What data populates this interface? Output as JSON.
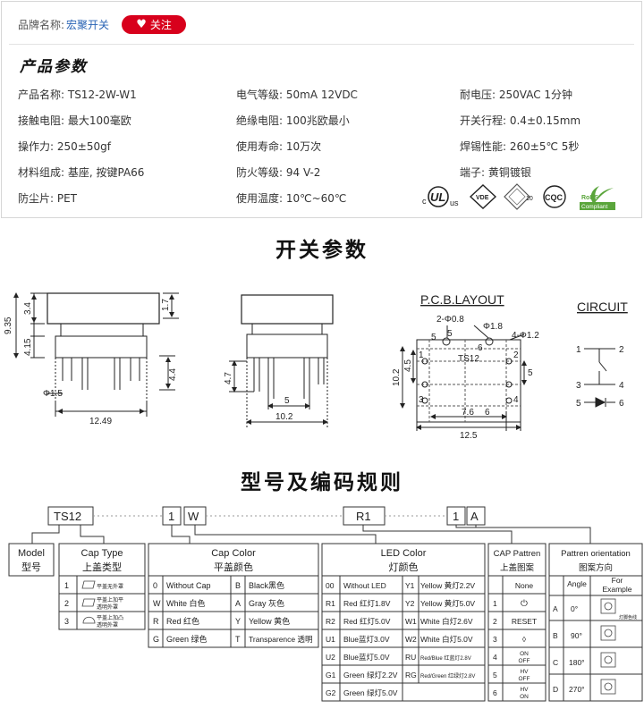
{
  "header": {
    "brand_label": "品牌名称:",
    "brand_name": "宏聚开关",
    "follow_label": "关注"
  },
  "params": {
    "title": "产品参数",
    "items": [
      "产品名称: TS12-2W-W1",
      "电气等级: 50mA  12VDC",
      "耐电压: 250VAC  1分钟",
      "接触电阻: 最大100毫欧",
      "绝缘电阻: 100兆欧最小",
      "开关行程: 0.4±0.15mm",
      "操作力: 250±50gf",
      "使用寿命: 10万次",
      "焊锡性能: 260±5℃  5秒",
      "材料组成: 基座, 按键PA66",
      "防火等级: 94 V-2",
      "端子: 黄铜镀银",
      "防尘片: PET",
      "使用温度: 10℃~60℃"
    ]
  },
  "certs": {
    "ul_c": "c",
    "ul_us": "us",
    "ul": "UL",
    "vde": "VDE",
    "ten": "10",
    "cqc": "CQC",
    "rohs": "RoHS",
    "compliant": "Compliant"
  },
  "switch_section": {
    "title": "开关参数"
  },
  "drawing": {
    "dims": {
      "d935": "9.35",
      "d34": "3.4",
      "d415": "4.15",
      "d17": "1.7",
      "d44": "4.4",
      "phi15": "Φ1.5",
      "d1249": "12.49",
      "d47": "4.7",
      "d5a": "5",
      "d102a": "10.2"
    },
    "pcb": {
      "title": "P.C.B.LAYOUT",
      "hole08": "2-Φ0.8",
      "hole18": "Φ1.8",
      "hole12": "4-Φ1.2",
      "part": "TS12",
      "d5": "5",
      "d45": "4.5",
      "d102": "10.2",
      "d5r": "5",
      "d76": "7.6",
      "d6": "6",
      "d125": "12.5",
      "p1": "1",
      "p2": "2",
      "p3": "3",
      "p4": "4",
      "p5": "5",
      "p6": "6"
    },
    "circuit": {
      "title": "CIRCUIT",
      "c1": "1",
      "c2": "2",
      "c3": "3",
      "c4": "4",
      "c5": "5",
      "c6": "6"
    }
  },
  "coding_section": {
    "title": "型号及编码规则"
  },
  "code": {
    "ts12": "TS12",
    "c1": "1",
    "cw": "W",
    "r1": "R1",
    "c1b": "1",
    "ca": "A"
  },
  "model": {
    "title_en": "Model",
    "title_cn": "型号"
  },
  "cap_type": {
    "title_en": "Cap Type",
    "title_cn": "上盖类型",
    "rows": [
      {
        "num": "1",
        "desc": "平盖无外罩"
      },
      {
        "num": "2",
        "desc": "平盖上加平",
        "desc2": "透明外罩"
      },
      {
        "num": "3",
        "desc": "平盖上加凸",
        "desc2": "透明外罩"
      }
    ]
  },
  "cap_color": {
    "title_en": "Cap Color",
    "title_cn": "平盖颜色",
    "rows": [
      {
        "c1": "0",
        "n1": "Without Cap",
        "c2": "B",
        "n2": "Black黑色"
      },
      {
        "c1": "W",
        "n1": "White 白色",
        "c2": "A",
        "n2": "Gray 灰色"
      },
      {
        "c1": "R",
        "n1": "Red 红色",
        "c2": "Y",
        "n2": "Yellow 黄色"
      },
      {
        "c1": "G",
        "n1": "Green 绿色",
        "c2": "T",
        "n2": "Transparence 透明"
      }
    ]
  },
  "led_color": {
    "title_en": "LED Color",
    "title_cn": "灯颜色",
    "rows": [
      {
        "c1": "00",
        "n1": "Without LED",
        "c2": "Y1",
        "n2": "Yellow 黄灯2.2V"
      },
      {
        "c1": "R1",
        "n1": "Red 红灯1.8V",
        "c2": "Y2",
        "n2": "Yellow 黄灯5.0V"
      },
      {
        "c1": "R2",
        "n1": "Red 红灯5.0V",
        "c2": "W1",
        "n2": "White 白灯2.6V"
      },
      {
        "c1": "U1",
        "n1": "Blue蓝灯3.0V",
        "c2": "W2",
        "n2": "White 白灯5.0V"
      },
      {
        "c1": "U2",
        "n1": "Blue蓝灯5.0V",
        "c2": "RU",
        "n2": "Red/Blue 红蓝灯2.8V"
      },
      {
        "c1": "G1",
        "n1": "Green 绿灯2.2V",
        "c2": "RG",
        "n2": "Red/Green 红绿灯2.8V"
      },
      {
        "c1": "G2",
        "n1": "Green 绿灯5.0V",
        "c2": "",
        "n2": ""
      }
    ]
  },
  "cap_pattern": {
    "title_en": "CAP Pattren",
    "title_cn": "上盖图案",
    "rows": [
      {
        "num": "",
        "label": "None"
      },
      {
        "num": "1",
        "label": "⏻"
      },
      {
        "num": "2",
        "label": "RESET"
      },
      {
        "num": "3",
        "label": "◊"
      },
      {
        "num": "4",
        "label": "ON",
        "label2": "OFF"
      },
      {
        "num": "5",
        "label": "HV",
        "label2": "OFF"
      },
      {
        "num": "6",
        "label": "HV",
        "label2": "ON"
      }
    ]
  },
  "orientation": {
    "title_en": "Pattren orientation",
    "title_cn": "图案方向",
    "col_angle": "Angle",
    "col_example": "For",
    "col_example2": "Example",
    "pin_note": "灯脚色线",
    "rows": [
      {
        "code": "A",
        "angle": "0°"
      },
      {
        "code": "B",
        "angle": "90°"
      },
      {
        "code": "C",
        "angle": "180°"
      },
      {
        "code": "D",
        "angle": "270°"
      }
    ]
  }
}
